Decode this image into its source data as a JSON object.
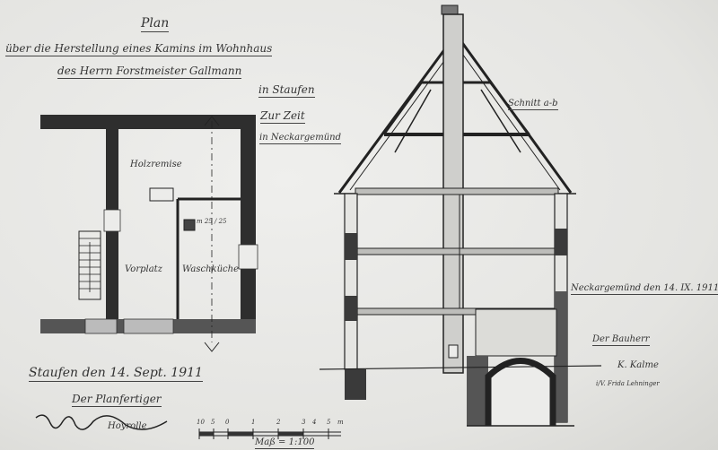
{
  "title": {
    "line1": "Plan",
    "line2": "über die Herstellung eines Kamins im Wohnhaus",
    "line3": "des Herrn Forstmeister Gallmann",
    "line4": "in Staufen",
    "line5": "Zur Zeit",
    "line6": "in Neckargemünd"
  },
  "floorplan": {
    "room1": "Holzremise",
    "room2": "Vorplatz",
    "room3": "Waschküche",
    "chimney_size": "m 25 / 25"
  },
  "section": {
    "label": "Schnitt a-b"
  },
  "place_date_builder": "Neckargemünd den 14. IX. 1911",
  "bauherr": {
    "label": "Der Bauherr",
    "sig1": "K. Kalme",
    "sig2": "i/V. Frida Lehninger"
  },
  "place_date_planner": "Staufen den 14. Sept. 1911",
  "planfertiger": {
    "label": "Der Planfertiger",
    "signature": "Hoyrolle"
  },
  "scale": {
    "ticks": [
      "10",
      "5",
      "0",
      "1",
      "2",
      "3",
      "4",
      "5",
      "m"
    ],
    "label": "Maß = 1:100"
  }
}
